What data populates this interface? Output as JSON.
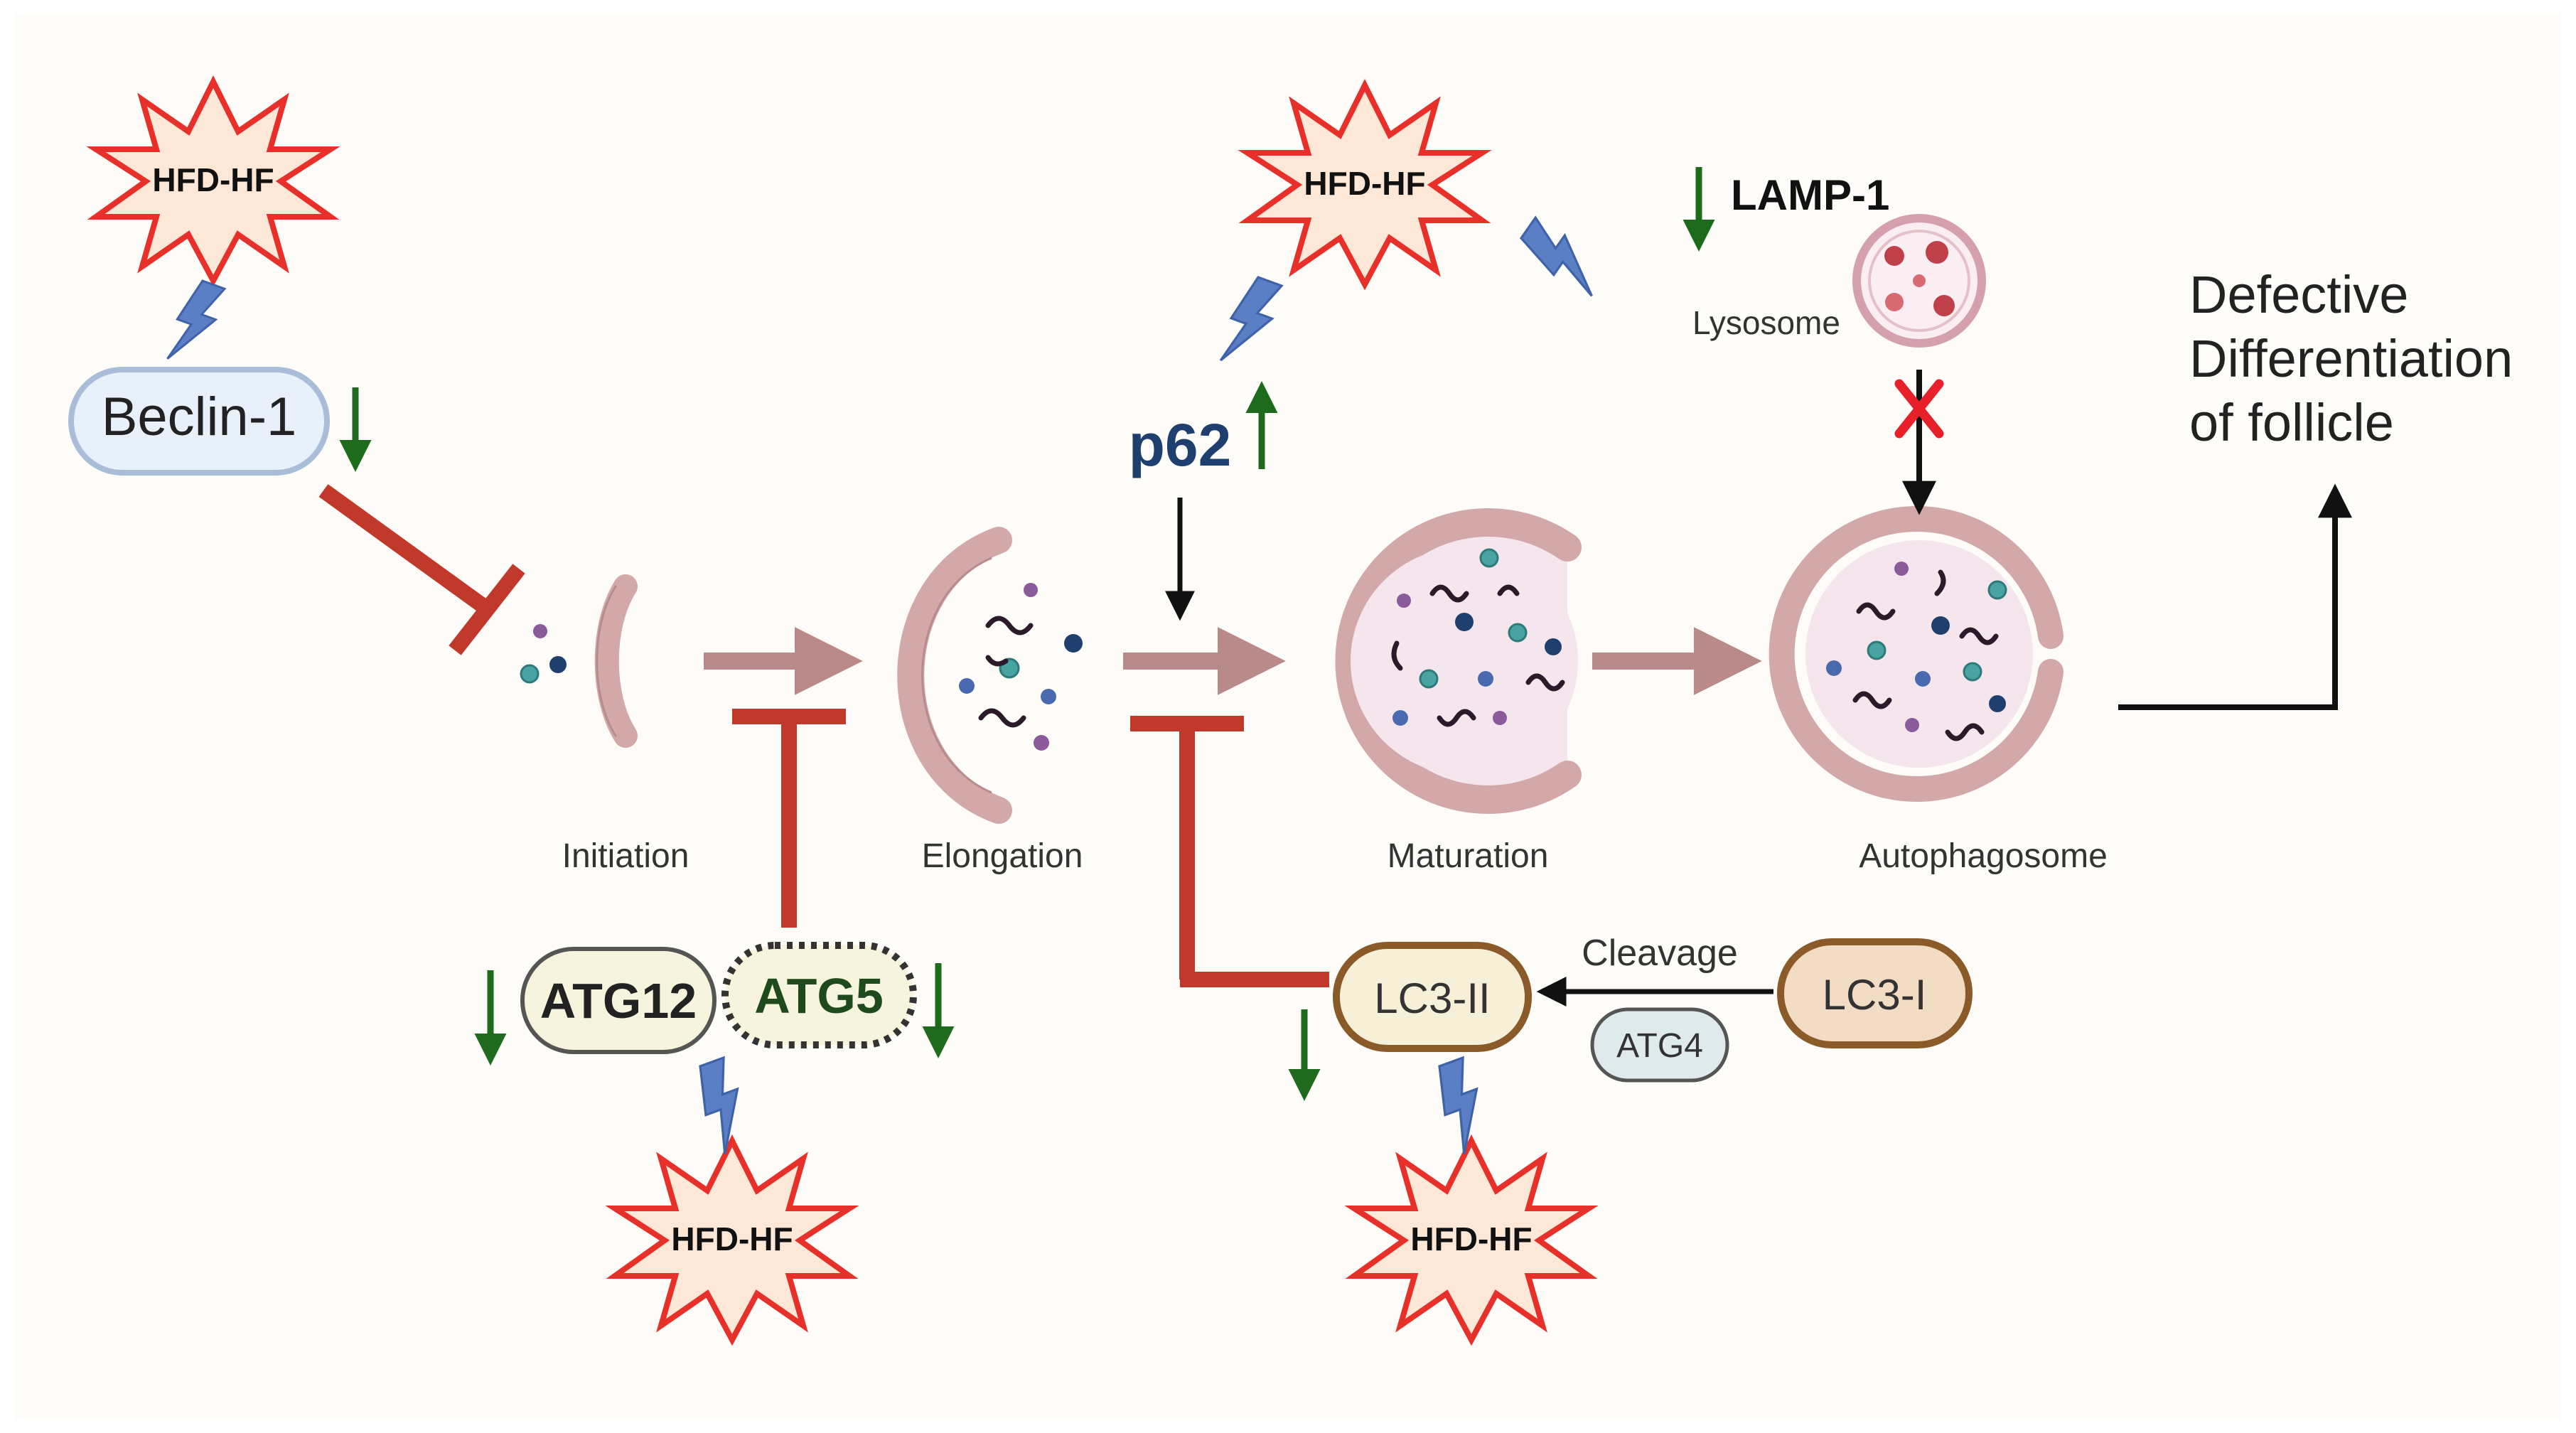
{
  "stressor": {
    "label": "HFD-HF"
  },
  "markers": {
    "beclin": "Beclin-1",
    "atg12": "ATG12",
    "atg5": "ATG5",
    "p62": "p62",
    "lamp1": "LAMP-1",
    "lc3_2": "LC3-II",
    "lc3_1": "LC3-I",
    "atg4": "ATG4"
  },
  "stages": {
    "initiation": "Initiation",
    "elongation": "Elongation",
    "maturation": "Maturation",
    "autophagosome": "Autophagosome"
  },
  "labels": {
    "lysosome": "Lysosome",
    "cleavage": "Cleavage",
    "outcome_line1": "Defective",
    "outcome_line2": "Differentiation",
    "outcome_line3": "of follicle"
  },
  "colors": {
    "inhibit_red": "#c0392b",
    "down_green": "#1e6b1e",
    "membrane_pink": "#c9a0a0",
    "starburst_red": "#e8302a",
    "lightning_blue": "#5b7fc4"
  }
}
